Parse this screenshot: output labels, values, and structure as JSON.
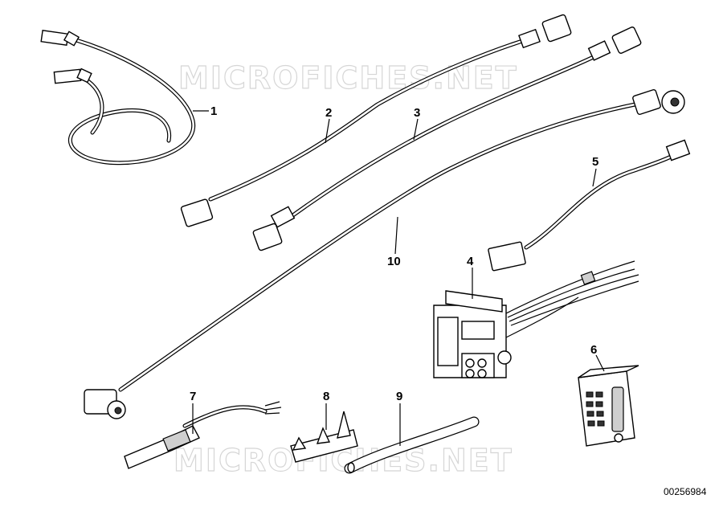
{
  "watermark": "MICROFICHES.NET",
  "document_number": "00256984",
  "callouts": [
    "1",
    "2",
    "3",
    "4",
    "5",
    "6",
    "7",
    "8",
    "9",
    "10"
  ]
}
